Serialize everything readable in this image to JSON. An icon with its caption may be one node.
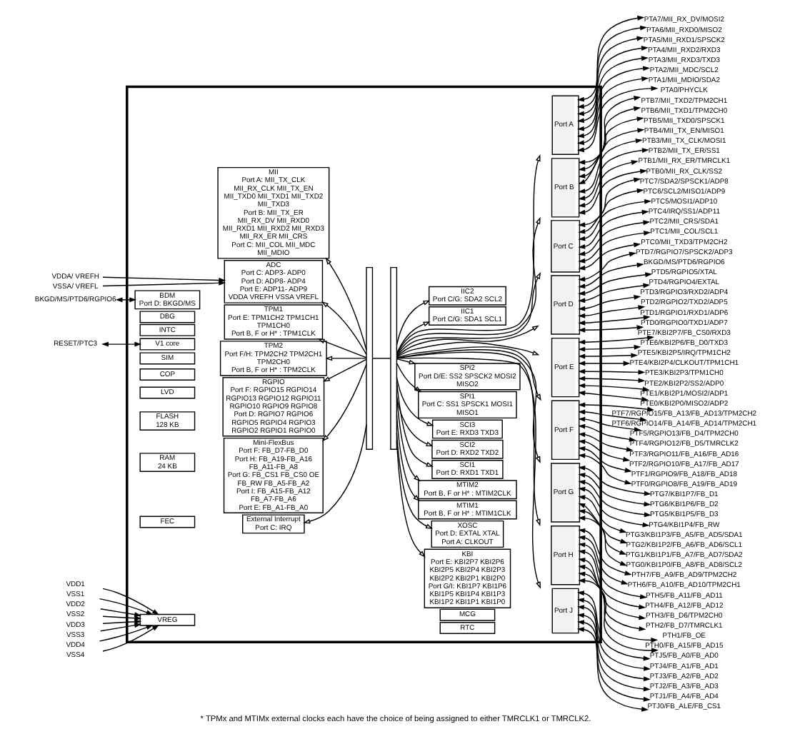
{
  "diagram": {
    "caption": "* TPMx and MTIMx external clocks each have the choice of being assigned to either TMRCLK1 or TMRCLK2.",
    "nodes": [
      {
        "text": [],
        "shape": "box"
      },
      {
        "text": [
          "VDDA/ VREFH"
        ]
      },
      {
        "text": [
          "VSSA/ VREFL"
        ]
      },
      {
        "text": [
          "BDM",
          "Port D: BKGD/MS"
        ],
        "in": 0
      },
      {
        "text": [
          "DBG"
        ],
        "in": 0
      },
      {
        "text": [
          "INTC"
        ],
        "in": 0
      },
      {
        "text": [
          "V1 core"
        ],
        "in": 0
      },
      {
        "text": [
          "SIM"
        ],
        "in": 0
      },
      {
        "text": [
          "COP"
        ],
        "in": 0
      },
      {
        "text": [
          "LVD"
        ],
        "in": 0
      },
      {
        "text": [
          "FLASH",
          "128 KB"
        ],
        "in": 0
      },
      {
        "text": [
          "RAM",
          "24 KB"
        ],
        "in": 0
      },
      {
        "text": [
          "MII",
          "Port A: MII_TX_CLK MII_RX_CLK MII_TX_EN MII_TXD0 MII_TXD1 MII_TXD2 MII_TXD3",
          "Port B: MII_TX_ER MII_RX_DV MII_RXD0 MII_RXD1 MII_RXD2 MII_RXD3 MII_RX_ER MII_CRS",
          "Port C: MII_COL MII_MDC MII_MDIO"
        ],
        "in": 0
      },
      {
        "text": [
          "FEC"
        ],
        "in": 0
      },
      {
        "text": [
          "VREG"
        ],
        "in": 0
      },
      {
        "text": [
          "BKGD/MS/PTD6/RGPIO6"
        ]
      },
      {
        "text": [
          "RESET/PTC3"
        ]
      },
      {
        "text": [
          "VDD1"
        ]
      },
      {
        "text": [
          "VSS1"
        ]
      },
      {
        "text": [
          "VDD2"
        ]
      },
      {
        "text": [
          "VSS2"
        ]
      },
      {
        "text": [
          "VDD3"
        ]
      },
      {
        "text": [
          "VSS3"
        ]
      },
      {
        "text": [
          "VDD4"
        ]
      },
      {
        "text": [
          "VSS4"
        ]
      },
      {
        "text": [
          "ADC",
          "Port C: ADP3- ADP0",
          "Port D: ADP8- ADP4",
          "Port E: ADP11- ADP9",
          "VDDA VREFH VSSA VREFL"
        ],
        "in": 0
      },
      {
        "text": [
          "TPM1",
          "Port E: TPM1CH2 TPM1CH1 TPM1CH0",
          "Port B, F or H* : TPM1CLK"
        ],
        "in": 0
      },
      {
        "text": [
          "TPM2",
          "Port F/H: TPM2CH2 TPM2CH1 TPM2CH0",
          "Port B, F or H* : TPM2CLK"
        ],
        "in": 0
      },
      {
        "text": [
          "RGPIO",
          "Port F: RGPIO15 RGPIO14 RGPIO13 RGPIO12 RGPIO11 RGPIO10 RGPIO9 RGPIO8",
          "Port D: RGPIO7 RGPIO6 RGPIO5 RGPIO4 RGPIO3 RGPIO2 RGPIO1 RGPIO0"
        ],
        "in": 0
      },
      {
        "text": [
          "Mini-FlexBus",
          "Port F: FB_D7-FB_D0",
          "Port H: FB_A19-FB_A16 FB_A11-FB_A8",
          "Port G: FB_CS1 FB_CS0 OE FB_RW FB_A5-FB_A2",
          "Port I: FB_A15-FB_A12 FB_A7-FB_A6",
          "Port E: FB_A1-FB_A0"
        ],
        "in": 0
      },
      {
        "text": [
          "External Interrupt",
          "Port C: IRQ"
        ],
        "in": 0
      },
      {
        "text": [
          "IIC1",
          "Port C/G: SDA1 SCL1"
        ],
        "in": 0
      },
      {
        "text": [
          "IIC2",
          "Port C/G: SDA2 SCL2"
        ],
        "in": 0
      },
      {
        "text": [
          "KBI",
          "Port E: KBI2P7 KBI2P6 KBI2P5 KBI2P4 KBI2P3 KBI2P2 KBI2P1 KBI2P0",
          "Port G/I: KBI1P7 KBI1P6 KBI1P5 KBI1P4 KBI1P3 KBI1P2 KBI1P1 KBI1P0"
        ],
        "in": 0
      },
      {
        "text": [
          "MCG"
        ],
        "in": 0
      },
      {
        "text": [
          "XOSC",
          "Port D: EXTAL XTAL",
          "Port A: CLKOUT"
        ],
        "in": 0
      },
      {
        "text": [
          "RTC"
        ],
        "in": 0
      },
      {
        "text": [
          "MTIM1",
          "Port B, F or H* : MTIM1CLK"
        ],
        "in": 0
      },
      {
        "text": [
          "MTIM2",
          "Port B, F or H* : MTIM2CLK"
        ],
        "in": 0
      },
      {
        "text": [
          "SCI1",
          "Port D: RXD1 TXD1"
        ],
        "in": 0
      },
      {
        "text": [
          "SCI2",
          "Port D: RXD2 TXD2"
        ],
        "in": 0
      },
      {
        "text": [
          "SCI3",
          "Port E: RXD3 TXD3"
        ],
        "in": 0
      },
      {
        "text": [
          "SPI1",
          "Port C: SS1 SPSCK1 MOSI1 MISO1"
        ],
        "in": 0
      },
      {
        "text": [
          "SPI2",
          "Port D/E: SS2 SPSCK2 MOSI2 MISO2"
        ],
        "in": 0
      },
      {
        "text": [],
        "shape": "bar",
        "in": 0
      },
      {
        "text": [],
        "shape": "bar",
        "in": 0
      },
      {
        "text": [
          "Port A"
        ],
        "in": 0
      },
      {
        "text": [
          "Port B"
        ],
        "in": 0
      },
      {
        "text": [
          "Port C"
        ],
        "in": 0
      },
      {
        "text": [
          "Port D"
        ],
        "in": 0
      },
      {
        "text": [
          "Port E"
        ],
        "in": 0
      },
      {
        "text": [
          "Port F"
        ],
        "in": 0
      },
      {
        "text": [
          "Port G"
        ],
        "in": 0
      },
      {
        "text": [
          "Port H"
        ],
        "in": 0
      },
      {
        "text": [
          "Port J"
        ],
        "in": 0
      },
      {
        "text": [
          "PTA7/MII_RX_DV/MOSI2"
        ]
      },
      {
        "text": [
          "PTA6/MII_RXD0/MISO2"
        ]
      },
      {
        "text": [
          "PTA5/MII_RXD1/SPSCK2"
        ]
      },
      {
        "text": [
          "PTA4/MII_RXD2/RXD3"
        ]
      },
      {
        "text": [
          "PTA3/MII_RXD3/TXD3"
        ]
      },
      {
        "text": [
          "PTA2/MII_MDC/SCL2"
        ]
      },
      {
        "text": [
          "PTA1/MII_MDIO/SDA2"
        ]
      },
      {
        "text": [
          "PTA0/PHYCLK"
        ]
      },
      {
        "text": [
          "PTB7/MII_TXD2/TPM2CH1"
        ]
      },
      {
        "text": [
          "PTB6/MII_TXD1/TPM2CH0"
        ]
      },
      {
        "text": [
          "PTB5/MII_TXD0/SPSCK1"
        ]
      },
      {
        "text": [
          "PTB4/MII_TX_EN/MISO1"
        ]
      },
      {
        "text": [
          "PTB3/MII_TX_CLK/MOSI1"
        ]
      },
      {
        "text": [
          "PTB2/MII_TX_ER/SS1"
        ]
      },
      {
        "text": [
          "PTB1/MII_RX_ER/TMRCLK1"
        ]
      },
      {
        "text": [
          "PTB0/MII_RX_CLK/SS2"
        ]
      },
      {
        "text": [
          "PTC7/SDA2/SPSCK1/ADP8"
        ]
      },
      {
        "text": [
          "PTC6/SCL2/MISO1/ADP9"
        ]
      },
      {
        "text": [
          "PTC5/MOSI1/ADP10"
        ]
      },
      {
        "text": [
          "PTC4/IRQ/SS1/ADP11"
        ]
      },
      {
        "text": [
          "PTC2/MII_CRS/SDA1"
        ]
      },
      {
        "text": [
          "PTC1/MII_COL/SCL1"
        ]
      },
      {
        "text": [
          "PTC0/MII_TXD3/TPM2CH2"
        ]
      },
      {
        "text": [
          "PTD7/RGPIO7/SPSCK2/ADP3"
        ]
      },
      {
        "text": [
          "BKGD/MS/PTD6/RGPIO6"
        ]
      },
      {
        "text": [
          "PTD5/RGPIO5/XTAL"
        ]
      },
      {
        "text": [
          "PTD4/RGPIO4/EXTAL"
        ]
      },
      {
        "text": [
          "PTD3/RGPIO3/RXD2/ADP4"
        ]
      },
      {
        "text": [
          "PTD2/RGPIO2/TXD2/ADP5"
        ]
      },
      {
        "text": [
          "PTD1/RGPIO1/RXD1/ADP6"
        ]
      },
      {
        "text": [
          "PTD0/RGPIO0/TXD1/ADP7"
        ]
      },
      {
        "text": [
          "PTE7/KBI2P7/FB_CS0/RXD3"
        ]
      },
      {
        "text": [
          "PTE6/KBI2P6/FB_D0/TXD3"
        ]
      },
      {
        "text": [
          "PTE5/KBI2P5/IRQ/TPM1CH2"
        ]
      },
      {
        "text": [
          "PTE4/KBI2P4/CLKOUT/TPM1CH1"
        ]
      },
      {
        "text": [
          "PTE3/KBI2P3/TPM1CH0"
        ]
      },
      {
        "text": [
          "PTE2/KBI2P2/SS2/ADP0"
        ]
      },
      {
        "text": [
          "PTE1/KBI2P1/MOSI2/ADP1"
        ]
      },
      {
        "text": [
          "PTE0/KBI2P0/MISO2/ADP2"
        ]
      },
      {
        "text": [
          "PTF7/RGPIO15/FB_A13/FB_AD13/TPM2CH2"
        ]
      },
      {
        "text": [
          "PTF6/RGPIO14/FB_A14/FB_AD14/TPM2CH1"
        ]
      },
      {
        "text": [
          "PTF5/RGPIO13/FB_D4/TPM2CH0"
        ]
      },
      {
        "text": [
          "PTF4/RGPIO12/FB_D5/TMRCLK2"
        ]
      },
      {
        "text": [
          "PTF3/RGPIO11/FB_A16/FB_AD16"
        ]
      },
      {
        "text": [
          "PTF2/RGPIO10/FB_A17/FB_AD17"
        ]
      },
      {
        "text": [
          "PTF1/RGPIO9/FB_A18/FB_AD18"
        ]
      },
      {
        "text": [
          "PTF0/RGPIO8/FB_A19/FB_AD19"
        ]
      },
      {
        "text": [
          "PTG7/KBI1P7/FB_D1"
        ]
      },
      {
        "text": [
          "PTG6/KBI1P6/FB_D2"
        ]
      },
      {
        "text": [
          "PTG5/KBI1P5/FB_D3"
        ]
      },
      {
        "text": [
          "PTG4/KBI1P4/FB_RW"
        ]
      },
      {
        "text": [
          "PTG3/KBI1P3/FB_A5/FB_AD5/SDA1"
        ]
      },
      {
        "text": [
          "PTG2/KBI1P2/FB_A6/FB_AD6/SCL1"
        ]
      },
      {
        "text": [
          "PTG1/KBI1P1/FB_A7/FB_AD7/SDA2"
        ]
      },
      {
        "text": [
          "PTG0/KBI1P0/FB_A8/FB_AD8/SCL2"
        ]
      },
      {
        "text": [
          "PTH7/FB_A9/FB_AD9/TPM2CH2"
        ]
      },
      {
        "text": [
          "PTH6/FB_A10/FB_AD10/TPM2CH1"
        ]
      },
      {
        "text": [
          "PTH5/FB_A11/FB_AD11"
        ]
      },
      {
        "text": [
          "PTH4/FB_A12/FB_AD12"
        ]
      },
      {
        "text": [
          "PTH3/FB_D6/TPM2CH0"
        ]
      },
      {
        "text": [
          "PTH2/FB_D7/TMRCLK1"
        ]
      },
      {
        "text": [
          "PTH1/FB_OE"
        ]
      },
      {
        "text": [
          "PTH0/FB_A15/FB_AD15"
        ]
      },
      {
        "text": [
          "PTJ5/FB_A0/FB_AD0"
        ]
      },
      {
        "text": [
          "PTJ4/FB_A1/FB_AD1"
        ]
      },
      {
        "text": [
          "PTJ3/FB_A2/FB_AD2"
        ]
      },
      {
        "text": [
          "PTJ2/FB_A3/FB_AD3"
        ]
      },
      {
        "text": [
          "PTJ1/FB_A4/FB_AD4"
        ]
      },
      {
        "text": [
          "PTJ0/FB_ALE/FB_CS1"
        ]
      }
    ],
    "edges": [
      {
        "from": 1,
        "to": 25,
        "arrow": "to"
      },
      {
        "from": 2,
        "to": 25,
        "arrow": "to"
      },
      {
        "from": 15,
        "to": 3,
        "arrow": "both"
      },
      {
        "from": 16,
        "to": 6,
        "arrow": "both"
      },
      {
        "from": 17,
        "to": 14,
        "arrow": "to"
      },
      {
        "from": 18,
        "to": 14,
        "arrow": "to"
      },
      {
        "from": 19,
        "to": 14,
        "arrow": "to"
      },
      {
        "from": 20,
        "to": 14,
        "arrow": "to"
      },
      {
        "from": 21,
        "to": 14,
        "arrow": "to"
      },
      {
        "from": 22,
        "to": 14,
        "arrow": "to"
      },
      {
        "from": 23,
        "to": 14,
        "arrow": "to"
      },
      {
        "from": 24,
        "to": 14,
        "arrow": "to"
      },
      {
        "from": 44,
        "to": 25,
        "arrow": "to"
      },
      {
        "from": 44,
        "to": 26,
        "arrow": "to"
      },
      {
        "from": 44,
        "to": 27,
        "arrow": "to"
      },
      {
        "from": 44,
        "to": 28,
        "arrow": "to"
      },
      {
        "from": 44,
        "to": 12,
        "arrow": "to"
      },
      {
        "from": 44,
        "to": 29,
        "arrow": "to"
      },
      {
        "from": 44,
        "to": 30,
        "arrow": "to"
      },
      {
        "from": 44,
        "to": 45,
        "arrow": "none"
      },
      {
        "from": 45,
        "to": 31,
        "arrow": "to"
      },
      {
        "from": 45,
        "to": 32,
        "arrow": "to"
      },
      {
        "from": 45,
        "to": 33,
        "arrow": "to"
      },
      {
        "from": 45,
        "to": 35,
        "arrow": "to"
      },
      {
        "from": 45,
        "to": 37,
        "arrow": "to"
      },
      {
        "from": 45,
        "to": 38,
        "arrow": "to"
      },
      {
        "from": 45,
        "to": 39,
        "arrow": "to"
      },
      {
        "from": 45,
        "to": 40,
        "arrow": "to"
      },
      {
        "from": 45,
        "to": 41,
        "arrow": "to"
      },
      {
        "from": 45,
        "to": 42,
        "arrow": "to"
      },
      {
        "from": 45,
        "to": 43,
        "arrow": "to"
      },
      {
        "from": 45,
        "to": 46,
        "arrow": "to"
      },
      {
        "from": 45,
        "to": 47,
        "arrow": "to"
      },
      {
        "from": 45,
        "to": 48,
        "arrow": "to"
      },
      {
        "from": 45,
        "to": 49,
        "arrow": "to"
      },
      {
        "from": 45,
        "to": 50,
        "arrow": "to"
      },
      {
        "from": 45,
        "to": 51,
        "arrow": "to"
      },
      {
        "from": 45,
        "to": 52,
        "arrow": "to"
      },
      {
        "from": 45,
        "to": 53,
        "arrow": "to"
      },
      {
        "from": 45,
        "to": 54,
        "arrow": "to"
      },
      {
        "from": 46,
        "to": 55,
        "arrow": "both"
      },
      {
        "from": 46,
        "to": 56,
        "arrow": "both"
      },
      {
        "from": 46,
        "to": 57,
        "arrow": "both"
      },
      {
        "from": 46,
        "to": 58,
        "arrow": "both"
      },
      {
        "from": 46,
        "to": 59,
        "arrow": "both"
      },
      {
        "from": 46,
        "to": 60,
        "arrow": "both"
      },
      {
        "from": 46,
        "to": 61,
        "arrow": "both"
      },
      {
        "from": 46,
        "to": 62,
        "arrow": "both"
      },
      {
        "from": 47,
        "to": 63,
        "arrow": "both"
      },
      {
        "from": 47,
        "to": 64,
        "arrow": "both"
      },
      {
        "from": 47,
        "to": 65,
        "arrow": "both"
      },
      {
        "from": 47,
        "to": 66,
        "arrow": "both"
      },
      {
        "from": 47,
        "to": 67,
        "arrow": "both"
      },
      {
        "from": 47,
        "to": 68,
        "arrow": "both"
      },
      {
        "from": 47,
        "to": 69,
        "arrow": "both"
      },
      {
        "from": 47,
        "to": 70,
        "arrow": "both"
      },
      {
        "from": 48,
        "to": 71,
        "arrow": "both"
      },
      {
        "from": 48,
        "to": 72,
        "arrow": "both"
      },
      {
        "from": 48,
        "to": 73,
        "arrow": "both"
      },
      {
        "from": 48,
        "to": 74,
        "arrow": "both"
      },
      {
        "from": 48,
        "to": 75,
        "arrow": "both"
      },
      {
        "from": 48,
        "to": 76,
        "arrow": "both"
      },
      {
        "from": 48,
        "to": 77,
        "arrow": "both"
      },
      {
        "from": 49,
        "to": 78,
        "arrow": "both"
      },
      {
        "from": 49,
        "to": 79,
        "arrow": "both"
      },
      {
        "from": 49,
        "to": 80,
        "arrow": "both"
      },
      {
        "from": 49,
        "to": 81,
        "arrow": "both"
      },
      {
        "from": 49,
        "to": 82,
        "arrow": "both"
      },
      {
        "from": 49,
        "to": 83,
        "arrow": "both"
      },
      {
        "from": 49,
        "to": 84,
        "arrow": "both"
      },
      {
        "from": 49,
        "to": 85,
        "arrow": "both"
      },
      {
        "from": 50,
        "to": 86,
        "arrow": "both"
      },
      {
        "from": 50,
        "to": 87,
        "arrow": "both"
      },
      {
        "from": 50,
        "to": 88,
        "arrow": "both"
      },
      {
        "from": 50,
        "to": 89,
        "arrow": "both"
      },
      {
        "from": 50,
        "to": 90,
        "arrow": "both"
      },
      {
        "from": 50,
        "to": 91,
        "arrow": "both"
      },
      {
        "from": 50,
        "to": 92,
        "arrow": "both"
      },
      {
        "from": 50,
        "to": 93,
        "arrow": "both"
      },
      {
        "from": 51,
        "to": 94,
        "arrow": "both"
      },
      {
        "from": 51,
        "to": 95,
        "arrow": "both"
      },
      {
        "from": 51,
        "to": 96,
        "arrow": "both"
      },
      {
        "from": 51,
        "to": 97,
        "arrow": "both"
      },
      {
        "from": 51,
        "to": 98,
        "arrow": "both"
      },
      {
        "from": 51,
        "to": 99,
        "arrow": "both"
      },
      {
        "from": 51,
        "to": 100,
        "arrow": "both"
      },
      {
        "from": 51,
        "to": 101,
        "arrow": "both"
      },
      {
        "from": 52,
        "to": 102,
        "arrow": "both"
      },
      {
        "from": 52,
        "to": 103,
        "arrow": "both"
      },
      {
        "from": 52,
        "to": 104,
        "arrow": "both"
      },
      {
        "from": 52,
        "to": 105,
        "arrow": "both"
      },
      {
        "from": 52,
        "to": 106,
        "arrow": "both"
      },
      {
        "from": 52,
        "to": 107,
        "arrow": "both"
      },
      {
        "from": 52,
        "to": 108,
        "arrow": "both"
      },
      {
        "from": 52,
        "to": 109,
        "arrow": "both"
      },
      {
        "from": 53,
        "to": 110,
        "arrow": "both"
      },
      {
        "from": 53,
        "to": 111,
        "arrow": "both"
      },
      {
        "from": 53,
        "to": 112,
        "arrow": "both"
      },
      {
        "from": 53,
        "to": 113,
        "arrow": "both"
      },
      {
        "from": 53,
        "to": 114,
        "arrow": "both"
      },
      {
        "from": 53,
        "to": 115,
        "arrow": "both"
      },
      {
        "from": 53,
        "to": 116,
        "arrow": "both"
      },
      {
        "from": 53,
        "to": 117,
        "arrow": "both"
      },
      {
        "from": 54,
        "to": 118,
        "arrow": "both"
      },
      {
        "from": 54,
        "to": 119,
        "arrow": "both"
      },
      {
        "from": 54,
        "to": 120,
        "arrow": "both"
      },
      {
        "from": 54,
        "to": 121,
        "arrow": "both"
      },
      {
        "from": 54,
        "to": 122,
        "arrow": "both"
      },
      {
        "from": 54,
        "to": 123,
        "arrow": "both"
      }
    ]
  }
}
